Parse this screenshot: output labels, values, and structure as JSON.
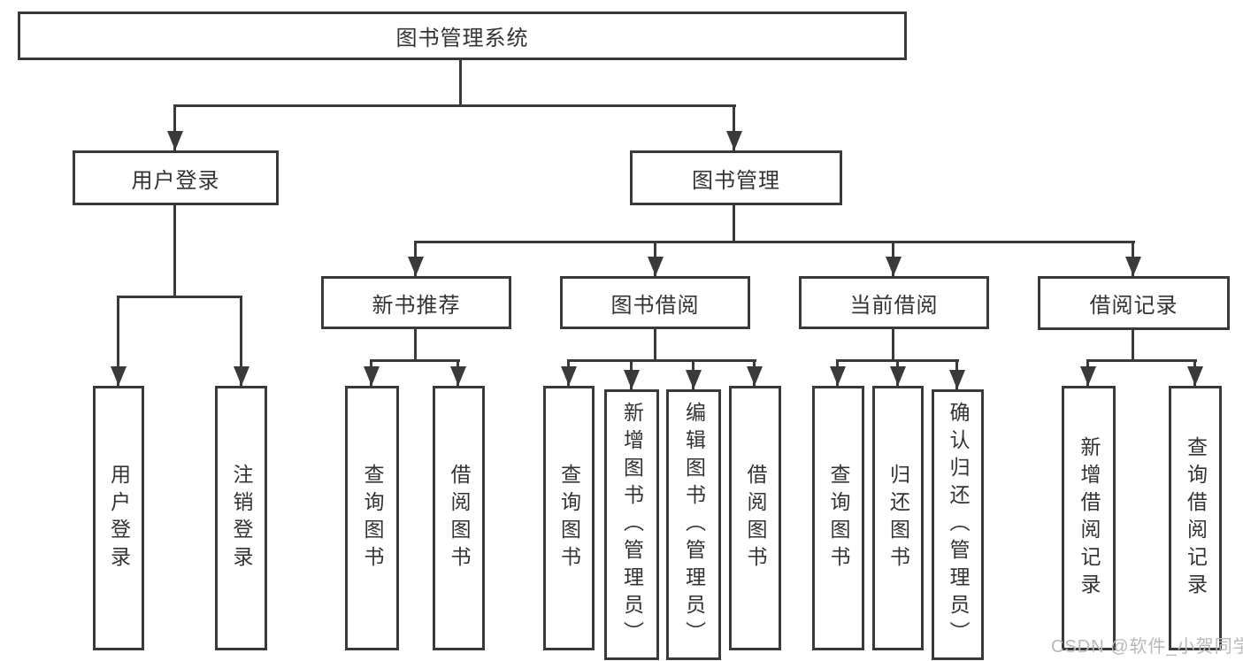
{
  "diagram": {
    "tree": {
      "label": "图书管理系统",
      "children": [
        {
          "label": "用户登录",
          "children": [
            {
              "label": "用户登录"
            },
            {
              "label": "注销登录"
            }
          ]
        },
        {
          "label": "图书管理",
          "children": [
            {
              "label": "新书推荐",
              "children": [
                {
                  "label": "查询图书"
                },
                {
                  "label": "借阅图书"
                }
              ]
            },
            {
              "label": "图书借阅",
              "children": [
                {
                  "label": "查询图书"
                },
                {
                  "label": "新增图书（管理员）"
                },
                {
                  "label": "编辑图书（管理员）"
                },
                {
                  "label": "借阅图书"
                }
              ]
            },
            {
              "label": "当前借阅",
              "children": [
                {
                  "label": "查询图书"
                },
                {
                  "label": "归还图书"
                },
                {
                  "label": "确认归还（管理员）"
                }
              ]
            },
            {
              "label": "借阅记录",
              "children": [
                {
                  "label": "新增借阅记录"
                },
                {
                  "label": "查询借阅记录"
                }
              ]
            }
          ]
        }
      ]
    },
    "colors": {
      "line": "#3a3a3a",
      "text": "#333333",
      "background": "#ffffff",
      "watermark": "#b9b9b9"
    }
  },
  "watermark": {
    "text": "CSDN @软件_小贺同学"
  }
}
